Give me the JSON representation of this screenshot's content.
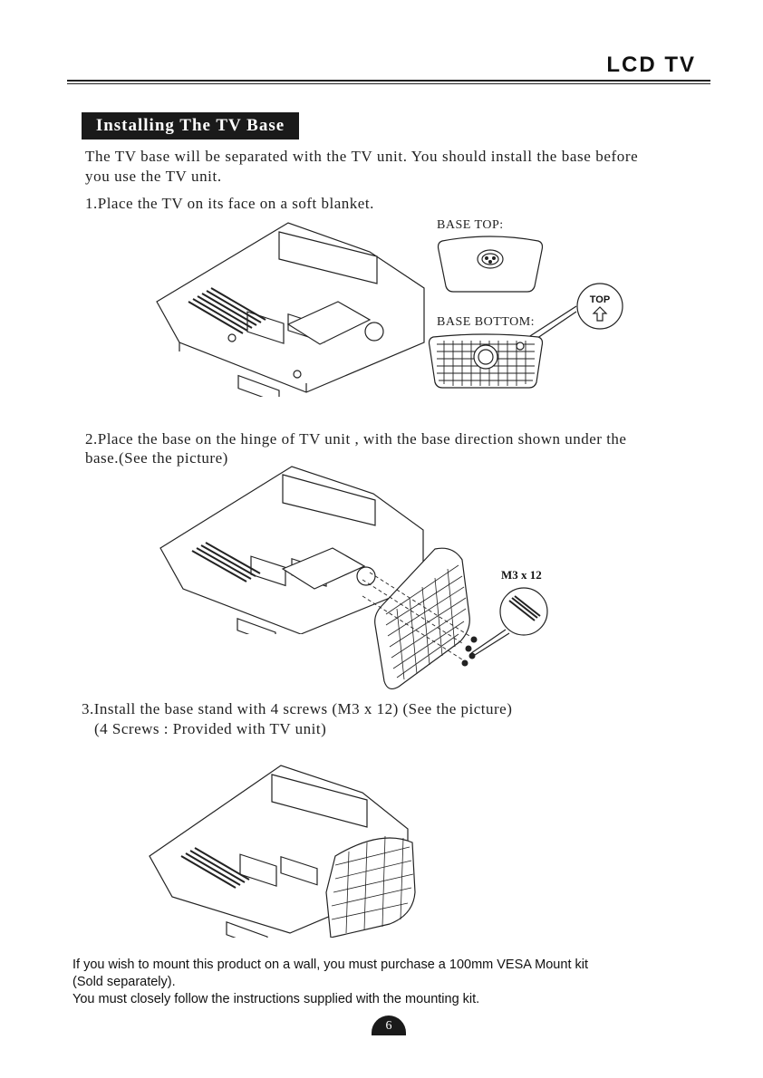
{
  "header": {
    "title": "LCD  TV"
  },
  "section": {
    "title": "Installing The TV Base"
  },
  "intro": {
    "line1": "The TV base will be separated with the TV unit. You should install the base before",
    "line2": "you use the TV unit."
  },
  "steps": {
    "step1": "1.Place the TV on its face on a soft blanket.",
    "step2_line1": "2.Place the base on the hinge of TV unit , with the base direction shown under the",
    "step2_line2": "base.(See the picture)",
    "step3_line1": "3.Install the base stand with 4 screws (M3 x 12) (See the picture)",
    "step3_line2": "(4 Screws : Provided with TV unit)"
  },
  "labels": {
    "base_top": "BASE TOP:",
    "base_bottom": "BASE BOTTOM:",
    "top_marker": "TOP",
    "screw_spec": "M3 x 12"
  },
  "footer": {
    "line1": "If you wish to mount this product on a wall, you must purchase a 100mm VESA Mount kit",
    "line2": "(Sold separately).",
    "line3": "You must closely follow the instructions supplied with the mounting kit."
  },
  "page_number": "6",
  "icons": [
    "tv-back-illustration",
    "base-top-icon",
    "base-bottom-icon",
    "top-arrow-icon",
    "screw-icon"
  ]
}
